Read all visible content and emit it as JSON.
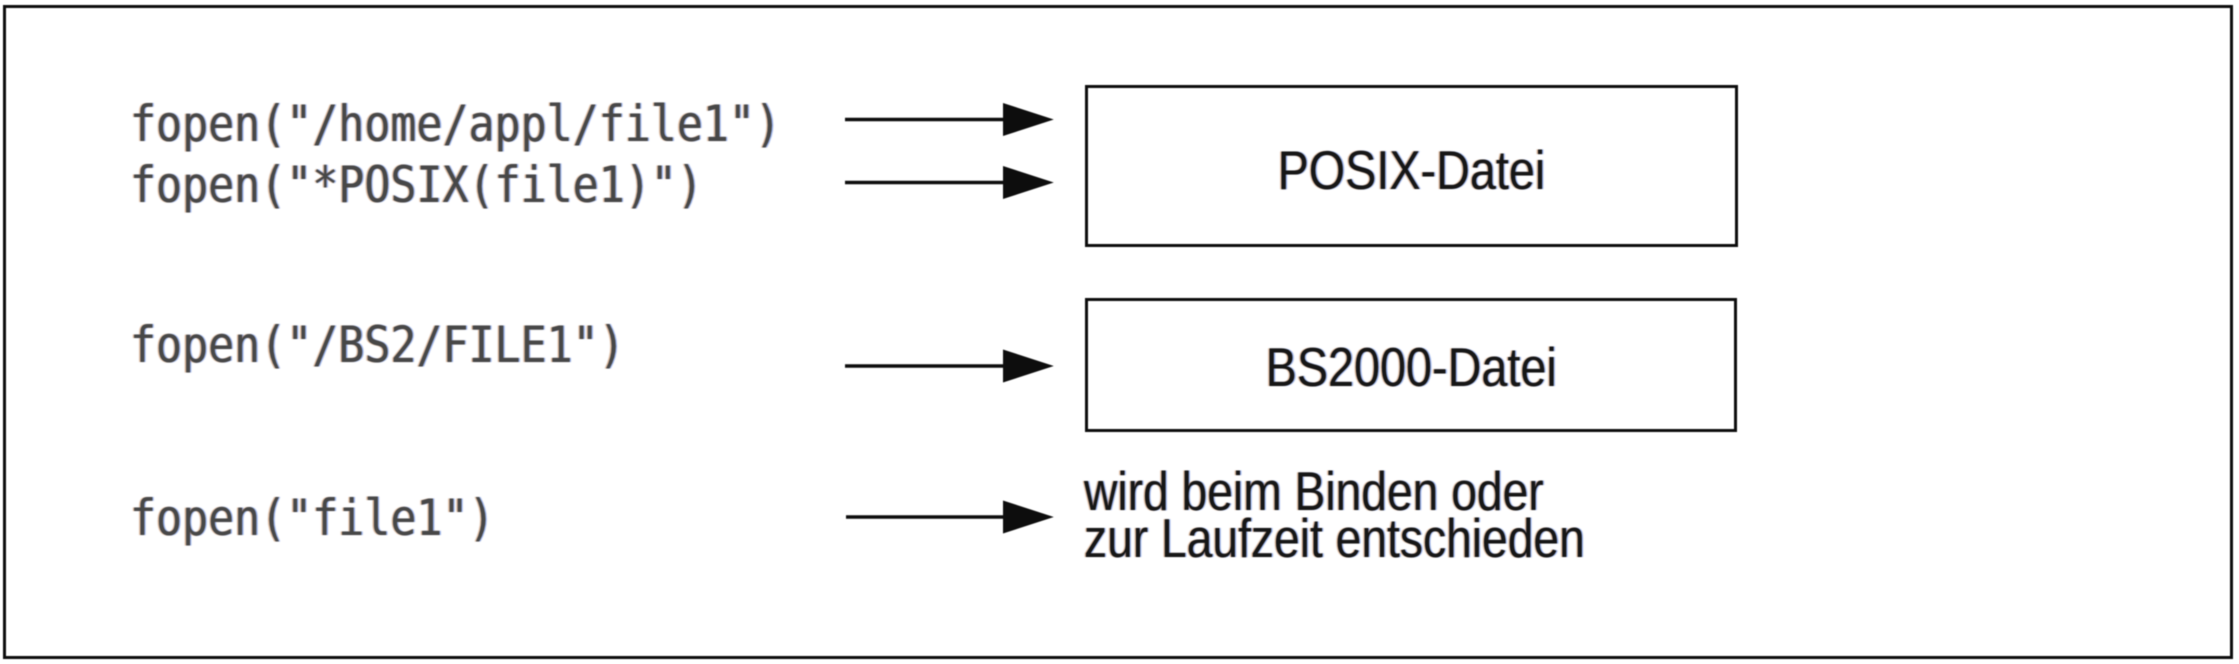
{
  "figure": {
    "background_color": "#ffffff",
    "line_color": "#0d0d0d",
    "code_text_color": "#3f3f3f",
    "label_text_color": "#161616",
    "code_lines": [
      {
        "text": "fopen(\"/home/appl/file1\")"
      },
      {
        "text": "fopen(\"*POSIX(file1)\")"
      },
      {
        "text": "fopen(\"/BS2/FILE1\")"
      },
      {
        "text": "fopen(\"file1\")"
      }
    ],
    "nodes": [
      {
        "label": "POSIX-Datei"
      },
      {
        "label": "BS2000-Datei"
      }
    ],
    "note": {
      "line1": "wird beim Binden oder",
      "line2": "zur Laufzeit entschieden"
    },
    "connections": [
      {
        "from": "fopen(\"/home/appl/file1\")",
        "to": "POSIX-Datei"
      },
      {
        "from": "fopen(\"*POSIX(file1)\")",
        "to": "POSIX-Datei"
      },
      {
        "from": "fopen(\"/BS2/FILE1\")",
        "to": "BS2000-Datei"
      },
      {
        "from": "fopen(\"file1\")",
        "to": "wird beim Binden oder zur Laufzeit entschieden"
      }
    ]
  }
}
